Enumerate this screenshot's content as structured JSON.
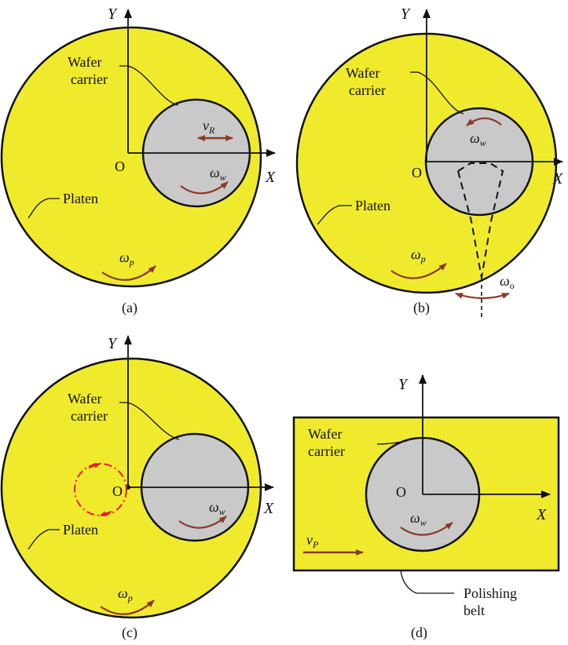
{
  "panels": [
    {
      "id": "a",
      "caption": "(a)",
      "wafer_label_1": "Wafer",
      "wafer_label_2": "carrier",
      "platen_label": "Platen",
      "origin": "O",
      "axis_x": "X",
      "axis_y": "Y",
      "vr_main": "v",
      "vr_sub": "R",
      "ww_main": "ω",
      "ww_sub": "w",
      "wp_main": "ω",
      "wp_sub": "p"
    },
    {
      "id": "b",
      "caption": "(b)",
      "wafer_label_1": "Wafer",
      "wafer_label_2": "carrier",
      "platen_label": "Platen",
      "origin": "O",
      "axis_x": "X",
      "axis_y": "Y",
      "ww_main": "ω",
      "ww_sub": "w",
      "wp_main": "ω",
      "wp_sub": "p",
      "wo_main": "ω",
      "wo_sub": "o"
    },
    {
      "id": "c",
      "caption": "(c)",
      "wafer_label_1": "Wafer",
      "wafer_label_2": "carrier",
      "platen_label": "Platen",
      "origin": "O",
      "axis_x": "X",
      "axis_y": "Y",
      "ww_main": "ω",
      "ww_sub": "w",
      "wp_main": "ω",
      "wp_sub": "p"
    },
    {
      "id": "d",
      "caption": "(d)",
      "wafer_label_1": "Wafer",
      "wafer_label_2": "carrier",
      "belt_label_1": "Polishing",
      "belt_label_2": "belt",
      "origin": "O",
      "axis_x": "X",
      "axis_y": "Y",
      "ww_main": "ω",
      "ww_sub": "w",
      "vp_main": "v",
      "vp_sub": "P"
    }
  ],
  "colors": {
    "platen": "#f0ea2c",
    "wafer": "#c9c9c9",
    "motion_arrow": "#8b3a2a",
    "orbit": "#e02020",
    "outline": "#111111"
  }
}
